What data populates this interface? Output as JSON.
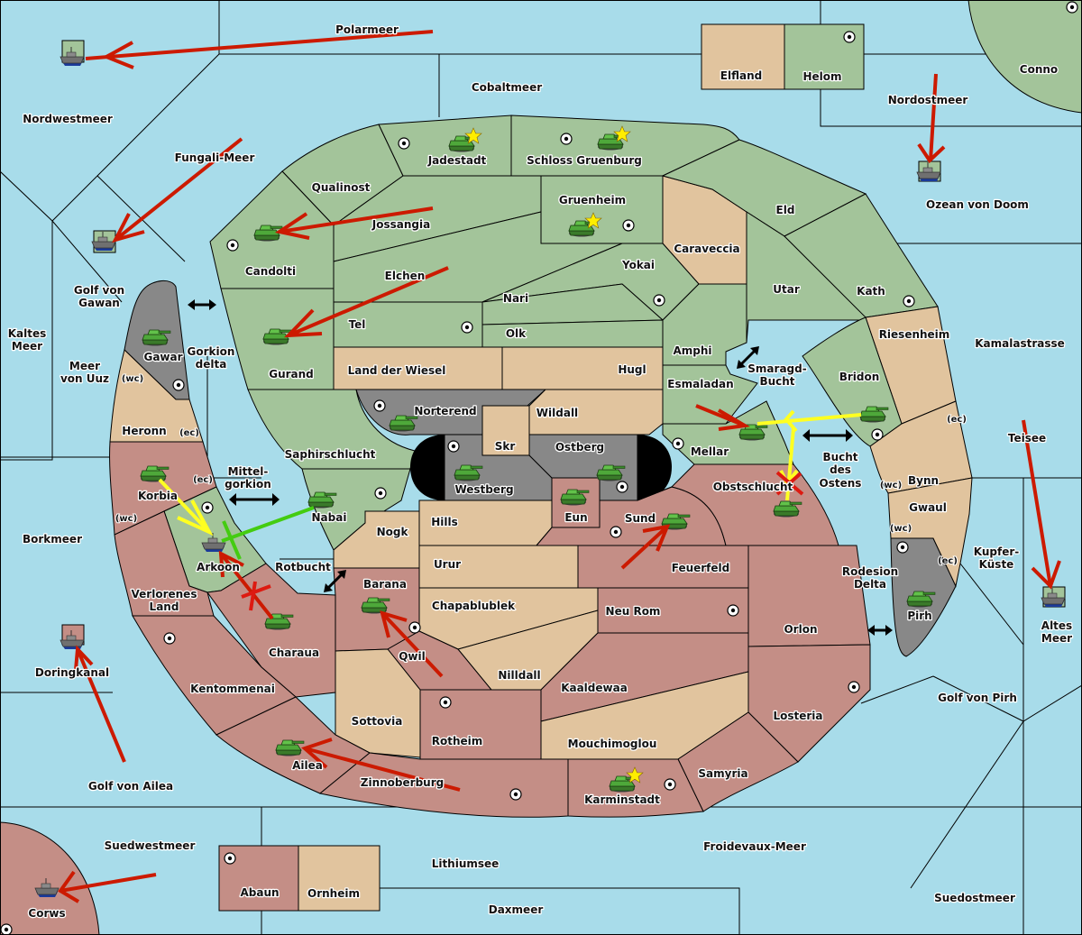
{
  "map": {
    "colors": {
      "sea": "#a8dcea",
      "green_power": "#a3c49a",
      "neutral_land": "#e1c49e",
      "red_power": "#c48e86",
      "impassable": "#888888",
      "move_arrow": "#cc1a00",
      "support_arrow": "#ffff22",
      "convoy_arrow": "#44cc11"
    },
    "seas": [
      {
        "name": "Polarmeer"
      },
      {
        "name": "Cobaltmeer"
      },
      {
        "name": "Nordwestmeer"
      },
      {
        "name": "Fungali-Meer"
      },
      {
        "name": "Nordostmeer"
      },
      {
        "name": "Ozean von Doom"
      },
      {
        "name": "Golf von Gawan"
      },
      {
        "name": "Kaltes Meer"
      },
      {
        "name": "Meer von Uuz"
      },
      {
        "name": "Gorkion delta"
      },
      {
        "name": "Mittel-gorkion"
      },
      {
        "name": "Borkmeer"
      },
      {
        "name": "Rotbucht"
      },
      {
        "name": "Doringkanal"
      },
      {
        "name": "Golf von Ailea"
      },
      {
        "name": "Suedwestmeer"
      },
      {
        "name": "Lithiumsee"
      },
      {
        "name": "Daxmeer"
      },
      {
        "name": "Froidevaux-Meer"
      },
      {
        "name": "Suedostmeer"
      },
      {
        "name": "Golf von Pirh"
      },
      {
        "name": "Altes Meer"
      },
      {
        "name": "Kupfer-Küste"
      },
      {
        "name": "Teisee"
      },
      {
        "name": "Kamalastrasse"
      },
      {
        "name": "Rodesion Delta"
      },
      {
        "name": "Bucht des Ostens"
      },
      {
        "name": "Smaragd-Bucht"
      }
    ],
    "labels": {
      "polarmeer": "Polarmeer",
      "cobaltmeer": "Cobaltmeer",
      "nordwestmeer": "Nordwestmeer",
      "fungali": "Fungali-Meer",
      "nordostmeer": "Nordostmeer",
      "ozean": "Ozean von Doom",
      "gawan1": "Golf von",
      "gawan2": "Gawan",
      "kaltes1": "Kaltes",
      "kaltes2": "Meer",
      "uuz1": "Meer",
      "uuz2": "von Uuz",
      "gorkion1": "Gorkion",
      "gorkion2": "delta",
      "mittel1": "Mittel-",
      "mittel2": "gorkion",
      "borkmeer": "Borkmeer",
      "rotbucht": "Rotbucht",
      "doringkanal": "Doringkanal",
      "ailea_golf": "Golf von Ailea",
      "suedwestmeer": "Suedwestmeer",
      "lithiumsee": "Lithiumsee",
      "daxmeer": "Daxmeer",
      "froidevaux": "Froidevaux-Meer",
      "suedostmeer": "Suedostmeer",
      "pirh_golf": "Golf von Pirh",
      "altes1": "Altes",
      "altes2": "Meer",
      "kupfer1": "Kupfer-",
      "kupfer2": "Küste",
      "teisee": "Teisee",
      "kamala": "Kamalastrasse",
      "rodesion1": "Rodesion",
      "rodesion2": "Delta",
      "bucht1": "Bucht",
      "bucht2": "des",
      "bucht3": "Ostens",
      "smaragd1": "Smaragd-",
      "smaragd2": "Bucht",
      "elfland": "Elfland",
      "helom": "Helom",
      "conno": "Conno",
      "jadestadt": "Jadestadt",
      "schloss": "Schloss Gruenburg",
      "qualinost": "Qualinost",
      "jossangia": "Jossangia",
      "candolti": "Candolti",
      "gruenheim": "Gruenheim",
      "caraveccia": "Caraveccia",
      "eld": "Eld",
      "yokai": "Yokai",
      "elchen": "Elchen",
      "nari": "Nari",
      "utar": "Utar",
      "kath": "Kath",
      "tel": "Tel",
      "olk": "Olk",
      "gurand": "Gurand",
      "amphi": "Amphi",
      "riesenheim": "Riesenheim",
      "wiesel": "Land der Wiesel",
      "hugl": "Hugl",
      "esmaladan": "Esmaladan",
      "bridon": "Bridon",
      "gawar": "Gawar",
      "norterend": "Norterend",
      "wildall": "Wildall",
      "skr": "Skr",
      "ostberg": "Ostberg",
      "westberg": "Westberg",
      "mellar": "Mellar",
      "heronn": "Heronn",
      "saphir": "Saphirschlucht",
      "bynn": "Bynn",
      "gwaul": "Gwaul",
      "korbia": "Korbia",
      "nabai": "Nabai",
      "eun": "Eun",
      "sund": "Sund",
      "obst": "Obstschlucht",
      "nogk": "Nogk",
      "hills": "Hills",
      "arkoon": "Arkoon",
      "urur": "Urur",
      "feuerfeld": "Feuerfeld",
      "verlorenes1": "Verlorenes",
      "verlorenes2": "Land",
      "barana": "Barana",
      "chapa": "Chapablublek",
      "neurom": "Neu Rom",
      "orlon": "Orlon",
      "pirh": "Pirh",
      "charaua": "Charaua",
      "qwil": "Qwil",
      "nilldall": "Nilldall",
      "kentommenai": "Kentommenai",
      "kaaldewaa": "Kaaldewaa",
      "losteria": "Losteria",
      "sottovia": "Sottovia",
      "rotheim": "Rotheim",
      "mouchi": "Mouchimoglou",
      "ailea": "Ailea",
      "samyria": "Samyria",
      "zinnoberburg": "Zinnoberburg",
      "karminstadt": "Karminstadt",
      "abaun": "Abaun",
      "ornheim": "Ornheim",
      "corws": "Corws",
      "wc": "(wc)",
      "ec": "(ec)"
    },
    "units": [
      {
        "type": "fleet",
        "owner": "green",
        "location": "Nordwestmeer"
      },
      {
        "type": "fleet",
        "owner": "green",
        "location": "Golf von Gawan"
      },
      {
        "type": "fleet",
        "owner": "green",
        "location": "Ozean von Doom"
      },
      {
        "type": "fleet",
        "owner": "green",
        "location": "Altes Meer"
      },
      {
        "type": "fleet",
        "owner": "red",
        "location": "Doringkanal"
      },
      {
        "type": "fleet",
        "owner": "red",
        "location": "Corws"
      },
      {
        "type": "fleet",
        "owner": "red",
        "location": "Arkoon"
      },
      {
        "type": "army",
        "owner": "green",
        "location": "Jadestadt",
        "star": true
      },
      {
        "type": "army",
        "owner": "green",
        "location": "Schloss Gruenburg",
        "star": true
      },
      {
        "type": "army",
        "owner": "green",
        "location": "Gruenheim",
        "star": true
      },
      {
        "type": "army",
        "owner": "green",
        "location": "Candolti"
      },
      {
        "type": "army",
        "owner": "green",
        "location": "Gurand"
      },
      {
        "type": "army",
        "owner": "green",
        "location": "Gawar"
      },
      {
        "type": "army",
        "owner": "green",
        "location": "Norterend"
      },
      {
        "type": "army",
        "owner": "green",
        "location": "Westberg"
      },
      {
        "type": "army",
        "owner": "green",
        "location": "Ostberg"
      },
      {
        "type": "army",
        "owner": "green",
        "location": "Eun"
      },
      {
        "type": "army",
        "owner": "green",
        "location": "Korbia"
      },
      {
        "type": "army",
        "owner": "green",
        "location": "Nabai"
      },
      {
        "type": "army",
        "owner": "green",
        "location": "Mellar"
      },
      {
        "type": "army",
        "owner": "green",
        "location": "Bridon"
      },
      {
        "type": "army",
        "owner": "green",
        "location": "Obstschlucht"
      },
      {
        "type": "army",
        "owner": "green",
        "location": "Sund"
      },
      {
        "type": "army",
        "owner": "green",
        "location": "Pirh"
      },
      {
        "type": "army",
        "owner": "green",
        "location": "Charaua"
      },
      {
        "type": "army",
        "owner": "green",
        "location": "Barana"
      },
      {
        "type": "army",
        "owner": "green",
        "location": "Ailea"
      },
      {
        "type": "army",
        "owner": "green",
        "location": "Karminstadt",
        "star": true
      }
    ]
  }
}
